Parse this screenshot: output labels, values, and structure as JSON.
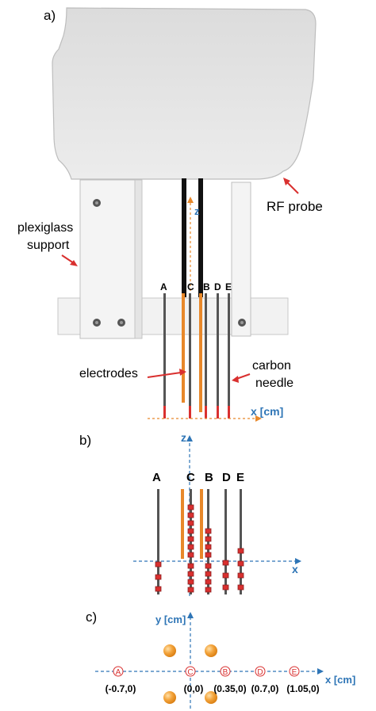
{
  "panel_a": {
    "label": "a)",
    "rf_probe": "RF probe",
    "support_line1": "plexiglass",
    "support_line2": "support",
    "electrodes": "electrodes",
    "needle_line1": "carbon",
    "needle_line2": "needle",
    "x_axis": "x [cm]",
    "z_axis": "z",
    "electrode_letters": [
      "A",
      "C",
      "B",
      "D",
      "E"
    ]
  },
  "panel_b": {
    "label": "b)",
    "z_axis": "z",
    "x_axis": "x",
    "electrode_letters": [
      "A",
      "C",
      "B",
      "D",
      "E"
    ]
  },
  "panel_c": {
    "label": "c)",
    "y_axis": "y [cm]",
    "x_axis": "x [cm]",
    "points": [
      {
        "letter": "A",
        "coord": "(-0.7,0)"
      },
      {
        "letter": "C",
        "coord": "(0,0)"
      },
      {
        "letter": "B",
        "coord": "(0.35,0)"
      },
      {
        "letter": "D",
        "coord": "(0.7,0)"
      },
      {
        "letter": "E",
        "coord": "(1.05,0)"
      }
    ]
  },
  "colors": {
    "electrode": "#555555",
    "carbon": "#e8882a",
    "marker": "#d9302f",
    "axis": "#2e75b6",
    "probe": "#e6e6e6"
  }
}
